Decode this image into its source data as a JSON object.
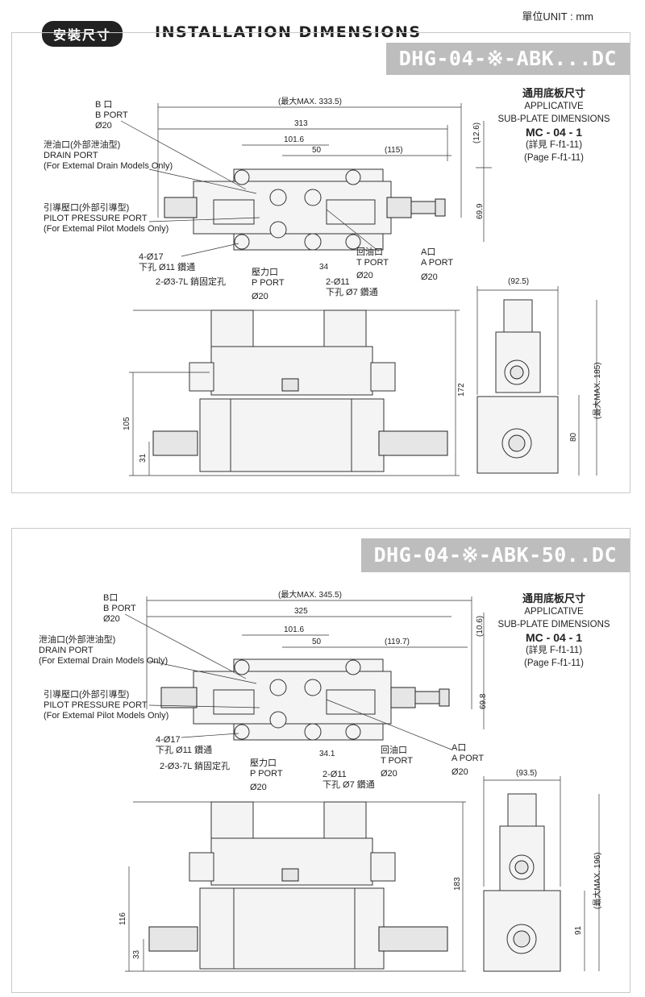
{
  "header": {
    "unit": "單位UNIT : mm",
    "title_cn": "安裝尺寸",
    "title_en": "INSTALLATION DIMENSIONS"
  },
  "panels": [
    {
      "model": "DHG-04-※-ABK...DC",
      "dims": {
        "max": "(最大MAX. 333.5)",
        "overall": "313",
        "pitch": "101.6",
        "c50": "50",
        "right": "(115)",
        "top_side": "(12.6)",
        "height": "69.9",
        "d34": "34",
        "side_w": "(92.5)",
        "h172": "172",
        "h105": "105",
        "h31": "31",
        "side_max": "(最大MAX. 185)",
        "h80": "80"
      },
      "labels": {
        "b_port_cn": "B 口",
        "b_port": "B PORT",
        "b_dia": "Ø20",
        "drain_cn": "泄油口(外部泄油型)",
        "drain": "DRAIN PORT",
        "drain_note": "(For Extemal Drain Models Only)",
        "pilot_cn": "引導壓口(外部引導型)",
        "pilot": "PILOT PRESSURE PORT",
        "pilot_note": "(For Extemal Pilot Models Only)",
        "holes": "4-Ø17",
        "holes2": "下孔 Ø11 鑽通",
        "pin": "2-Ø3-7L 銷固定孔",
        "p_port_cn": "壓力口",
        "p_port": "P PORT",
        "p_dia": "Ø20",
        "t_port_cn": "回油口",
        "t_port": "T PORT",
        "t_dia": "Ø20",
        "a_port_cn": "A口",
        "a_port": "A PORT",
        "a_dia": "Ø20",
        "small": "2-Ø11",
        "small2": "下孔 Ø7 鑽通"
      },
      "subplate": {
        "cn": "通用底板尺寸",
        "l1": "APPLICATIVE",
        "l2": "SUB-PLATE DIMENSIONS",
        "code": "MC - 04 - 1",
        "ref_cn": "(詳見 F-f1-11)",
        "ref": "(Page F-f1-11)"
      }
    },
    {
      "model": "DHG-04-※-ABK-50..DC",
      "dims": {
        "max": "(最大MAX. 345.5)",
        "overall": "325",
        "pitch": "101.6",
        "c50": "50",
        "right": "(119.7)",
        "top_side": "(10.6)",
        "height": "69.8",
        "d34": "34.1",
        "side_w": "(93.5)",
        "h172": "183",
        "h105": "116",
        "h31": "33",
        "side_max": "(最大MAX. 196)",
        "h80": "91"
      },
      "labels": {
        "b_port_cn": "B口",
        "b_port": "B PORT",
        "b_dia": "Ø20",
        "drain_cn": "泄油口(外部泄油型)",
        "drain": "DRAIN PORT",
        "drain_note": "(For Extemal Drain Models Only)",
        "pilot_cn": "引導壓口(外部引導型)",
        "pilot": "PILOT PRESSURE PORT",
        "pilot_note": "(For Extemal Pilot Models Only)",
        "holes": "4-Ø17",
        "holes2": "下孔 Ø11 鑽通",
        "pin": "2-Ø3-7L 銷固定孔",
        "p_port_cn": "壓力口",
        "p_port": "P PORT",
        "p_dia": "Ø20",
        "t_port_cn": "回油口",
        "t_port": "T PORT",
        "t_dia": "Ø20",
        "a_port_cn": "A口",
        "a_port": "A PORT",
        "a_dia": "Ø20",
        "small": "2-Ø11",
        "small2": "下孔 Ø7 鑽通"
      },
      "subplate": {
        "cn": "通用底板尺寸",
        "l1": "APPLICATIVE",
        "l2": "SUB-PLATE DIMENSIONS",
        "code": "MC - 04 - 1",
        "ref_cn": "(詳見 F-f1-11)",
        "ref": "(Page F-f1-11)"
      }
    }
  ]
}
